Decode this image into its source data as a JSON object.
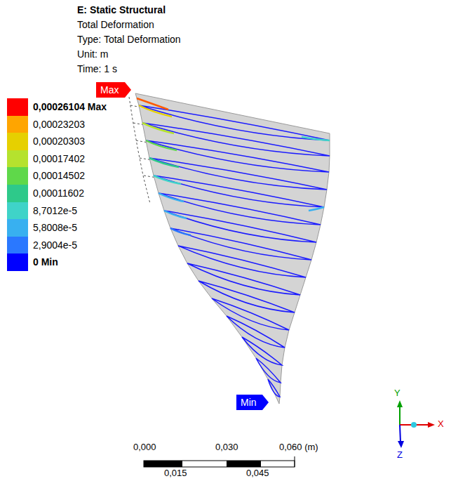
{
  "diagram": {
    "title": "E: Static Structural",
    "nodes": [
      {
        "text": [
          "Max"
        ]
      },
      {
        "text": [
          "Min"
        ]
      }
    ],
    "labels": [
      "Total Deformation",
      "Type: Total Deformation",
      "Unit: m",
      "Time: 1 s",
      "0,000",
      "0,030",
      "0,060 (m)",
      "0,015",
      "0,045",
      "Y",
      "X",
      "Z"
    ],
    "legend": [
      {
        "text": "0,00026104 Max",
        "color": "#ff0000"
      },
      {
        "text": "0,00023203",
        "color": "#ffa500"
      },
      {
        "text": "0,00020303",
        "color": "#e6d000"
      },
      {
        "text": "0,00017402",
        "color": "#b5e22e"
      },
      {
        "text": "0,00014502",
        "color": "#5fd84a"
      },
      {
        "text": "0,00011602",
        "color": "#2ec98a"
      },
      {
        "text": "8,7012e-5",
        "color": "#3fd3c8"
      },
      {
        "text": "5,8008e-5",
        "color": "#38b0f0"
      },
      {
        "text": "2,9004e-5",
        "color": "#2a78ff"
      },
      {
        "text": "0 Min",
        "color": "#0000ff"
      }
    ]
  }
}
